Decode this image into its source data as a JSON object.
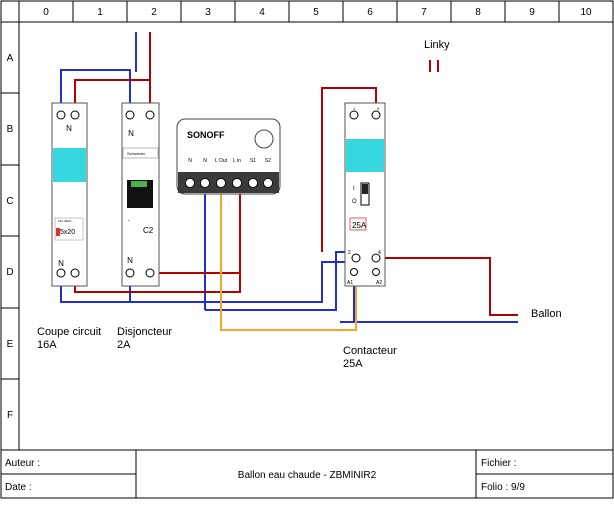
{
  "grid": {
    "columns": [
      "0",
      "1",
      "2",
      "3",
      "4",
      "5",
      "6",
      "7",
      "8",
      "9",
      "10"
    ],
    "rows": [
      "A",
      "B",
      "C",
      "D",
      "E",
      "F"
    ]
  },
  "labels": {
    "linky": "Linky",
    "ballon": "Ballon",
    "coupe_circuit_1": "Coupe circuit",
    "coupe_circuit_2": "16A",
    "disjoncteur_1": "Disjoncteur",
    "disjoncteur_2": "2A",
    "contacteur_1": "Contacteur",
    "contacteur_2": "25A"
  },
  "breaker_16a": {
    "terminal_top": "N",
    "terminal_bottom": "N",
    "rating": "5x20",
    "small_text": "16A 400V~"
  },
  "breaker_2a": {
    "terminal_top": "N",
    "terminal_bottom": "N",
    "brand": "Schneider",
    "rating": "C2",
    "dash": "-"
  },
  "sonoff": {
    "brand": "SONOFF",
    "terminals": [
      "N",
      "N",
      "L Out",
      "L in",
      "S1",
      "S2"
    ]
  },
  "contactor": {
    "top_terminals": [
      "1",
      "3"
    ],
    "bottom_terminals": [
      "2",
      "4"
    ],
    "coil_terminals": [
      "A1",
      "A2"
    ],
    "rating": "25A",
    "mode_labels": [
      "I",
      "O"
    ]
  },
  "title_block": {
    "auteur_label": "Auteur :",
    "date_label": "Date :",
    "title": "Ballon eau chaude - ZBMINIR2",
    "fichier_label": "Fichier :",
    "folio_label": "Folio : 9/9"
  },
  "colors": {
    "phase": "#b30000",
    "neutral": "#1f2fd0",
    "switched": "#f5a623",
    "teal": "#37d7e0"
  }
}
